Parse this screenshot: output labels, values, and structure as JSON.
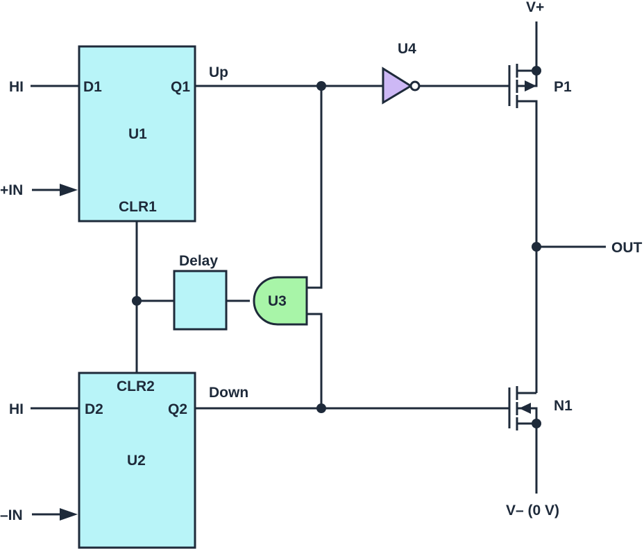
{
  "colors": {
    "wire": "#1e2a3a",
    "flipflop_fill": "#b8f4f8",
    "delay_fill": "#b8f4f8",
    "and_gate_fill": "#a8f5a8",
    "inverter_fill": "#cdb8f5"
  },
  "labels": {
    "hi_top": "HI",
    "hi_bottom": "HI",
    "plus_in": "+IN",
    "minus_in": "–IN",
    "d1": "D1",
    "q1": "Q1",
    "u1": "U1",
    "clr1": "CLR1",
    "clr2": "CLR2",
    "d2": "D2",
    "q2": "Q2",
    "u2": "U2",
    "up": "Up",
    "down": "Down",
    "delay": "Delay",
    "u3": "U3",
    "u4": "U4",
    "vplus": "V+",
    "p1": "P1",
    "n1": "N1",
    "out": "OUT",
    "vminus": "V– (0 V)"
  }
}
